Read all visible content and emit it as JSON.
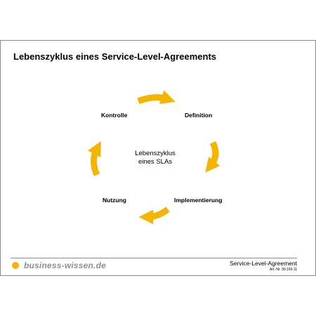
{
  "title": "Lebenszyklus eines Service-Level-Agreements",
  "cycle": {
    "center_line1": "Lebenszyklus",
    "center_line2": "eines SLAs",
    "stages": [
      "Definition",
      "Implementierung",
      "Nutzung",
      "Kontrolle"
    ],
    "arrow_color": "#f5b400"
  },
  "footer": {
    "brand": "business-wissen.de",
    "brand_color": "#f5b400",
    "document_title": "Service-Level-Agreement",
    "article_number": "Art.-Nr. 99.169.11"
  }
}
